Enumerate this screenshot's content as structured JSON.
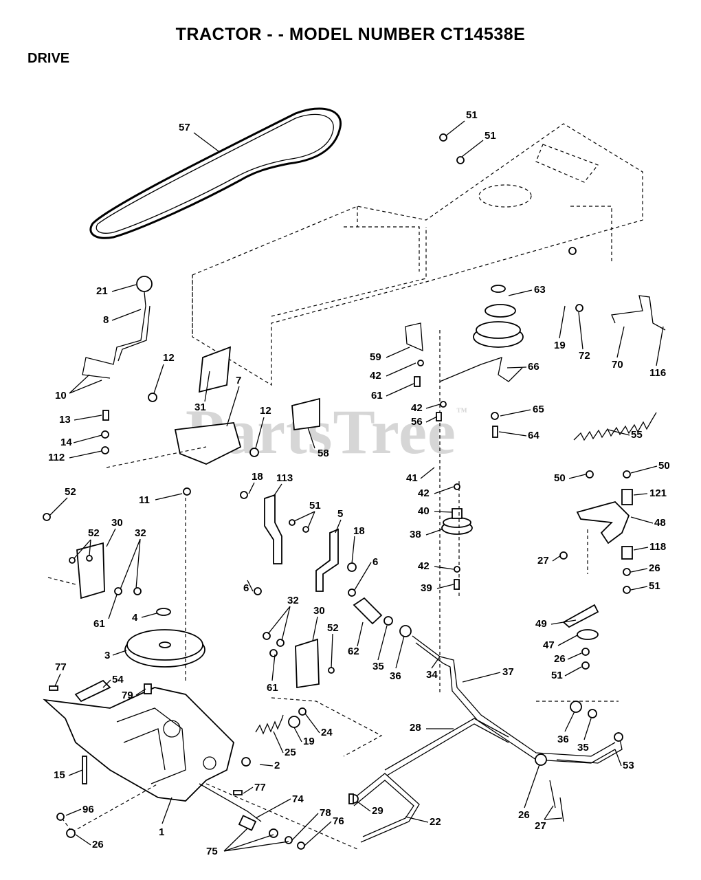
{
  "header": {
    "title": "TRACTOR - - MODEL NUMBER CT14538E",
    "section": "DRIVE"
  },
  "watermark": {
    "text": "PartsTree",
    "tm": "™"
  },
  "callouts": [
    {
      "id": "c57a",
      "text": "57"
    },
    {
      "id": "c51a",
      "text": "51"
    },
    {
      "id": "c51b",
      "text": "51"
    },
    {
      "id": "c21",
      "text": "21"
    },
    {
      "id": "c8",
      "text": "8"
    },
    {
      "id": "c10",
      "text": "10"
    },
    {
      "id": "c12a",
      "text": "12"
    },
    {
      "id": "c31",
      "text": "31"
    },
    {
      "id": "c7",
      "text": "7"
    },
    {
      "id": "c12b",
      "text": "12"
    },
    {
      "id": "c13",
      "text": "13"
    },
    {
      "id": "c14",
      "text": "14"
    },
    {
      "id": "c112",
      "text": "112"
    },
    {
      "id": "c58",
      "text": "58"
    },
    {
      "id": "c59",
      "text": "59"
    },
    {
      "id": "c42a",
      "text": "42"
    },
    {
      "id": "c61a",
      "text": "61"
    },
    {
      "id": "c42b",
      "text": "42"
    },
    {
      "id": "c56",
      "text": "56"
    },
    {
      "id": "c63",
      "text": "63"
    },
    {
      "id": "c19a",
      "text": "19"
    },
    {
      "id": "c72",
      "text": "72"
    },
    {
      "id": "c70",
      "text": "70"
    },
    {
      "id": "c116",
      "text": "116"
    },
    {
      "id": "c66",
      "text": "66"
    },
    {
      "id": "c65",
      "text": "65"
    },
    {
      "id": "c64",
      "text": "64"
    },
    {
      "id": "c55",
      "text": "55"
    },
    {
      "id": "c11",
      "text": "11"
    },
    {
      "id": "c52a",
      "text": "52"
    },
    {
      "id": "c18a",
      "text": "18"
    },
    {
      "id": "c113",
      "text": "113"
    },
    {
      "id": "c51c",
      "text": "51"
    },
    {
      "id": "c5",
      "text": "5"
    },
    {
      "id": "c18b",
      "text": "18"
    },
    {
      "id": "c6a",
      "text": "6"
    },
    {
      "id": "c6b",
      "text": "6"
    },
    {
      "id": "c41",
      "text": "41"
    },
    {
      "id": "c42c",
      "text": "42"
    },
    {
      "id": "c40",
      "text": "40"
    },
    {
      "id": "c38",
      "text": "38"
    },
    {
      "id": "c42d",
      "text": "42"
    },
    {
      "id": "c39",
      "text": "39"
    },
    {
      "id": "c50a",
      "text": "50"
    },
    {
      "id": "c50b",
      "text": "50"
    },
    {
      "id": "c121",
      "text": "121"
    },
    {
      "id": "c48",
      "text": "48"
    },
    {
      "id": "c27a",
      "text": "27"
    },
    {
      "id": "c118",
      "text": "118"
    },
    {
      "id": "c26a",
      "text": "26"
    },
    {
      "id": "c51d",
      "text": "51"
    },
    {
      "id": "c52b",
      "text": "52"
    },
    {
      "id": "c30a",
      "text": "30"
    },
    {
      "id": "c32a",
      "text": "32"
    },
    {
      "id": "c61b",
      "text": "61"
    },
    {
      "id": "c4",
      "text": "4"
    },
    {
      "id": "c3",
      "text": "3"
    },
    {
      "id": "c32b",
      "text": "32"
    },
    {
      "id": "c30b",
      "text": "30"
    },
    {
      "id": "c52c",
      "text": "52"
    },
    {
      "id": "c61c",
      "text": "61"
    },
    {
      "id": "c62",
      "text": "62"
    },
    {
      "id": "c35a",
      "text": "35"
    },
    {
      "id": "c36a",
      "text": "36"
    },
    {
      "id": "c34",
      "text": "34"
    },
    {
      "id": "c37",
      "text": "37"
    },
    {
      "id": "c49",
      "text": "49"
    },
    {
      "id": "c47",
      "text": "47"
    },
    {
      "id": "c26b",
      "text": "26"
    },
    {
      "id": "c51e",
      "text": "51"
    },
    {
      "id": "c77a",
      "text": "77"
    },
    {
      "id": "c54",
      "text": "54"
    },
    {
      "id": "c79",
      "text": "79"
    },
    {
      "id": "c24",
      "text": "24"
    },
    {
      "id": "c19b",
      "text": "19"
    },
    {
      "id": "c25",
      "text": "25"
    },
    {
      "id": "c2",
      "text": "2"
    },
    {
      "id": "c15",
      "text": "15"
    },
    {
      "id": "c28",
      "text": "28"
    },
    {
      "id": "c36b",
      "text": "36"
    },
    {
      "id": "c35b",
      "text": "35"
    },
    {
      "id": "c53",
      "text": "53"
    },
    {
      "id": "c96",
      "text": "96"
    },
    {
      "id": "c1",
      "text": "1"
    },
    {
      "id": "c77b",
      "text": "77"
    },
    {
      "id": "c74",
      "text": "74"
    },
    {
      "id": "c29",
      "text": "29"
    },
    {
      "id": "c22",
      "text": "22"
    },
    {
      "id": "c26c",
      "text": "26"
    },
    {
      "id": "c27b",
      "text": "27"
    },
    {
      "id": "c26d",
      "text": "26"
    },
    {
      "id": "c78",
      "text": "78"
    },
    {
      "id": "c76",
      "text": "76"
    },
    {
      "id": "c75",
      "text": "75"
    }
  ]
}
